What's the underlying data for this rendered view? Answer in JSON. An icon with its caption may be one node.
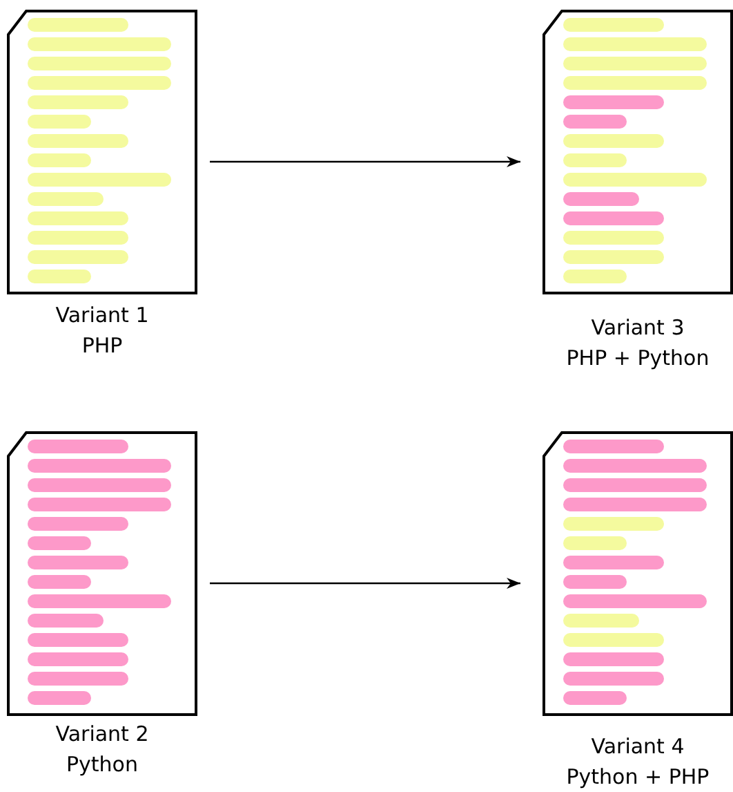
{
  "diagram": {
    "nodes": [
      {
        "text": [
          "Variant 1",
          "PHP"
        ]
      },
      {
        "text": [
          "Variant 3",
          "PHP + Python"
        ]
      },
      {
        "text": [
          "Variant 2",
          "Python"
        ]
      },
      {
        "text": [
          "Variant 4",
          "Python + PHP"
        ]
      }
    ],
    "edges": [
      {
        "from": 0,
        "to": 1,
        "arrow": "to"
      },
      {
        "from": 2,
        "to": 3,
        "arrow": "to"
      }
    ]
  }
}
